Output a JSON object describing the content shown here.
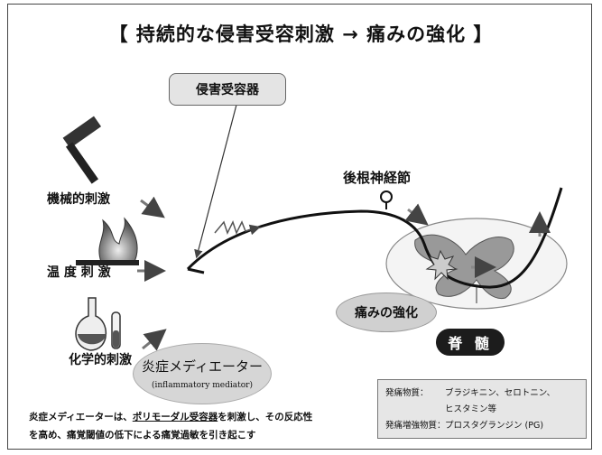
{
  "title": "【 持続的な侵害受容刺激 → 痛みの強化 】",
  "receptor_label": "侵害受容器",
  "stimuli": {
    "mechanical": "機械的刺激",
    "thermal": "温 度 刺 激",
    "chemical": "化学的刺激"
  },
  "ganglion_label": "後根神経節",
  "strengthen_label": "痛みの強化",
  "spinal_cord_label": "脊 髄",
  "mediator": {
    "jp": "炎症メディエーター",
    "en": "(inflammatory mediator)"
  },
  "description": {
    "line1_a": "炎症メディエーターは、",
    "line1_u": "ポリモーダル受容器",
    "line1_b": "を刺激し、その反応性",
    "line2": "を高め、痛覚閾値の低下による痛覚過敏を引き起こす"
  },
  "legend": {
    "row1_key": "発痛物質：",
    "row1_value": "ブラジキニン、セロトニン、",
    "row1_value2": "ヒスタミン等",
    "row2_key": "発痛増強物質：",
    "row2_value": "プロスタグランジン (PG)"
  }
}
